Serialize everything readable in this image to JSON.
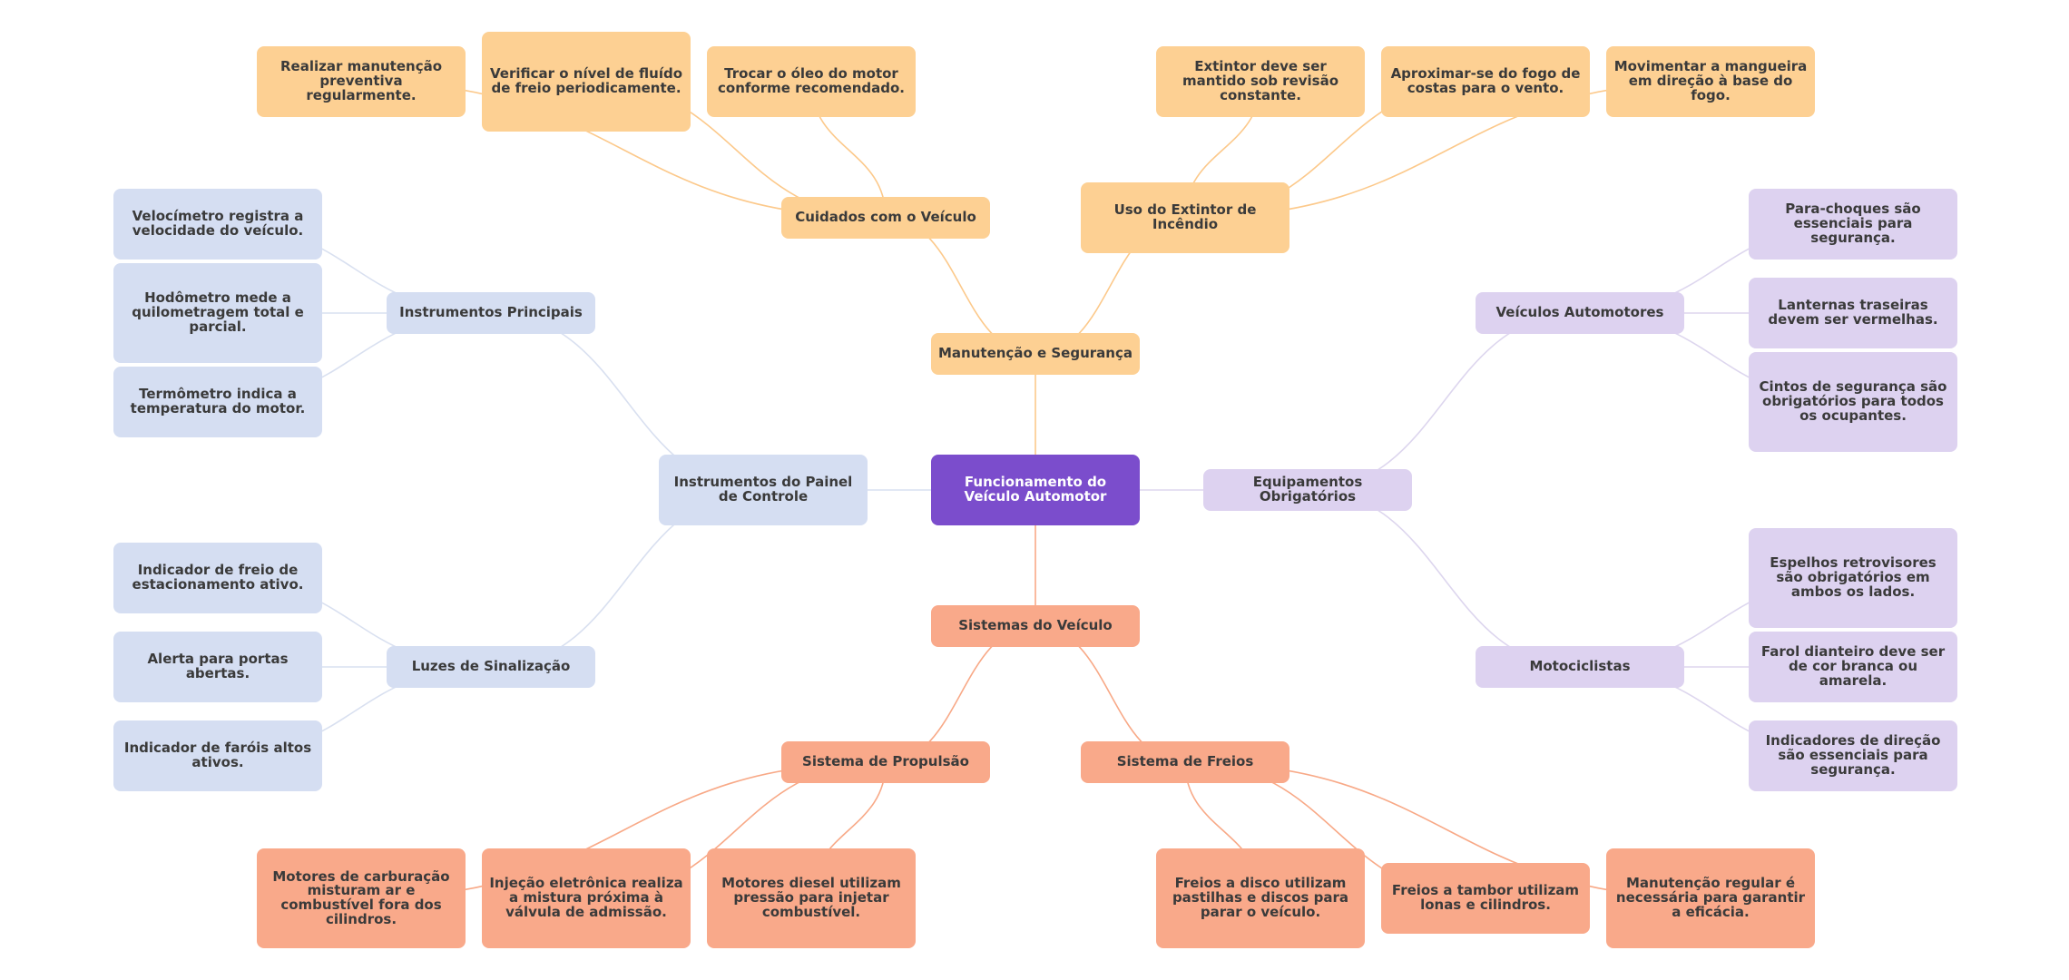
{
  "colors": {
    "center": "#7b4dcc",
    "orange": "#fdd093",
    "orange_line": "#fcc98b",
    "salmon": "#f9a98a",
    "salmon_line": "#f8a987",
    "blue": "#d5def2",
    "blue_line": "#d9e0f0",
    "lavender": "#ddd2f0",
    "lavender_line": "#ddd6ee"
  },
  "mindmap": {
    "root": "Funcionamento do Veículo Automotor",
    "branches": {
      "manutencao": {
        "label": "Manutenção e Segurança",
        "cuidados": {
          "label": "Cuidados com o Veículo",
          "leaves": [
            "Realizar manutenção preventiva regularmente.",
            "Verificar o nível de fluído de freio periodicamente.",
            "Trocar o óleo do motor conforme recomendado."
          ]
        },
        "extintor": {
          "label": "Uso do Extintor de Incêndio",
          "leaves": [
            "Extintor deve ser mantido sob revisão constante.",
            "Aproximar-se do fogo de costas para o vento.",
            "Movimentar a mangueira em direção à base do fogo."
          ]
        }
      },
      "sistemas": {
        "label": "Sistemas do Veículo",
        "propulsao": {
          "label": "Sistema de Propulsão",
          "leaves": [
            "Motores de carburação misturam ar e combustível fora dos cilindros.",
            "Injeção eletrônica realiza a mistura próxima à válvula de admissão.",
            "Motores diesel utilizam pressão para injetar combustível."
          ]
        },
        "freios": {
          "label": "Sistema de Freios",
          "leaves": [
            "Freios a disco utilizam pastilhas e discos para parar o veículo.",
            "Freios a tambor utilizam lonas e cilindros.",
            "Manutenção regular é necessária para garantir a eficácia."
          ]
        }
      },
      "painel": {
        "label": "Instrumentos do Painel de Controle",
        "principais": {
          "label": "Instrumentos Principais",
          "leaves": [
            "Velocímetro registra a velocidade do veículo.",
            "Hodômetro mede a quilometragem total e parcial.",
            "Termômetro indica a temperatura do motor."
          ]
        },
        "luzes": {
          "label": "Luzes de Sinalização",
          "leaves": [
            "Indicador de freio de estacionamento ativo.",
            "Alerta para portas abertas.",
            "Indicador de faróis altos ativos."
          ]
        }
      },
      "equipamentos": {
        "label": "Equipamentos Obrigatórios",
        "veiculos": {
          "label": "Veículos Automotores",
          "leaves": [
            "Para-choques são essenciais para segurança.",
            "Lanternas traseiras devem ser vermelhas.",
            "Cintos de segurança são obrigatórios para todos os ocupantes."
          ]
        },
        "motociclistas": {
          "label": "Motociclistas",
          "leaves": [
            "Espelhos retrovisores são obrigatórios em ambos os lados.",
            "Farol dianteiro deve ser de cor branca ou amarela.",
            "Indicadores de direção são essenciais para segurança."
          ]
        }
      }
    }
  }
}
